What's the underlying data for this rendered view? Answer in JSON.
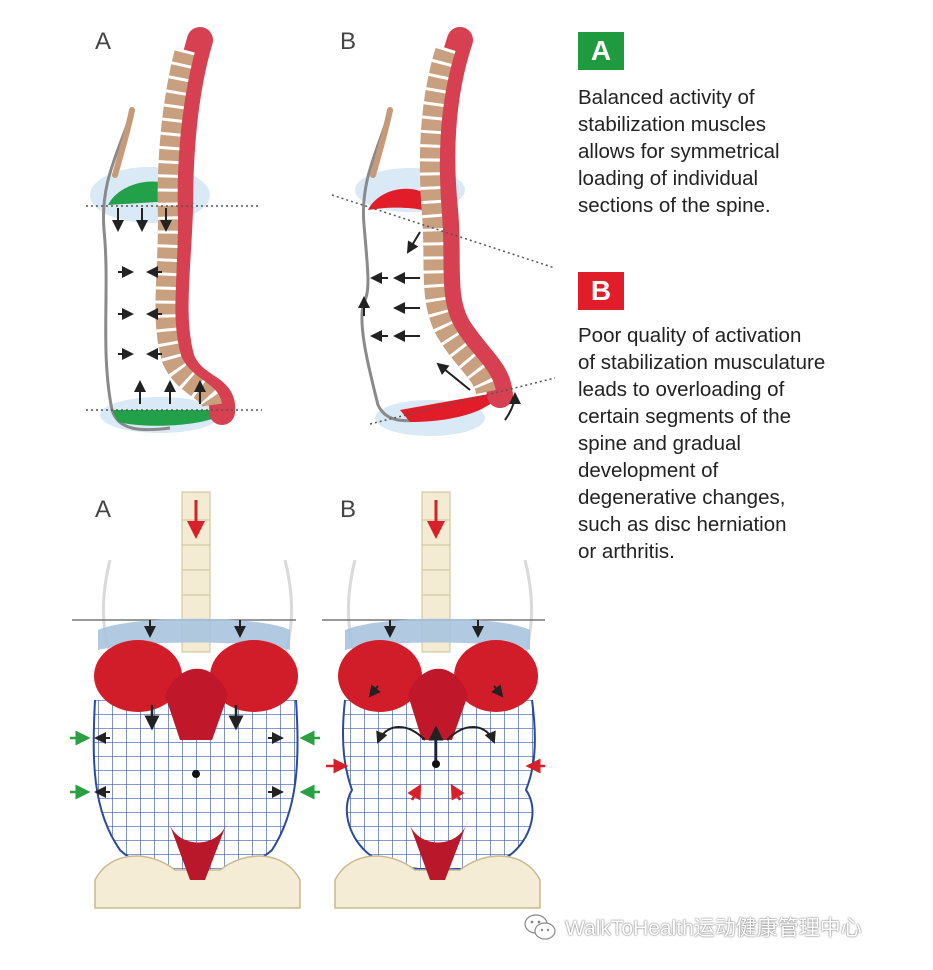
{
  "panels": {
    "top_a": "A",
    "top_b": "B",
    "bottom_a": "A",
    "bottom_b": "B"
  },
  "legend": {
    "a": {
      "badge": "A",
      "color": "#1f9a3f",
      "lines": [
        "Balanced activity of",
        "stabilization muscles",
        "allows for symmetrical",
        "loading of individual",
        "sections of the spine."
      ]
    },
    "b": {
      "badge": "B",
      "color": "#e21d2a",
      "lines": [
        "Poor quality of activation",
        "of stabilization musculature",
        "leads to overloading of",
        "certain segments of the",
        "spine and gradual",
        "development of",
        "degenerative changes,",
        "such as disc herniation",
        "or arthritis."
      ]
    }
  },
  "watermark": {
    "icon": "wechat-icon",
    "text": "WalkToHealth运动健康管理中心"
  }
}
